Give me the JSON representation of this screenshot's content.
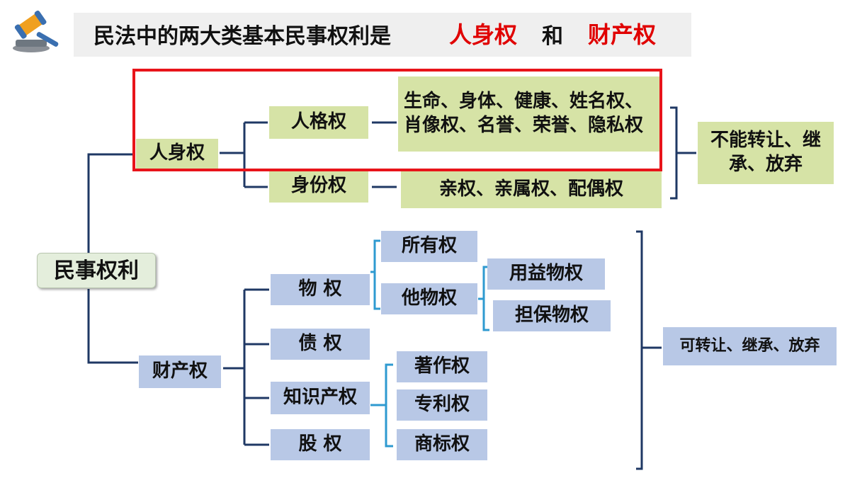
{
  "title": {
    "main": "民法中的两大类基本民事权利是",
    "highlight1": "人身权",
    "connector": "和",
    "highlight2": "财产权"
  },
  "icon": "gavel-icon",
  "colors": {
    "title_highlight": "#e00000",
    "personal_branch_fill": "#d6e3a6",
    "property_branch_fill": "#b8c8e6",
    "highlight_frame": "#e8141a",
    "personal_lines": "#1f3864",
    "property_lines": "#2e9ad0"
  },
  "root": "民事权利",
  "personal_rights": {
    "label": "人身权",
    "personality": {
      "label": "人格权",
      "detail": "生命、身体、健康、姓名权、肖像权、名誉、荣誉、隐私权"
    },
    "status": {
      "label": "身份权",
      "detail": "亲权、亲属权、配偶权"
    },
    "note": "不能转让、继承、放弃"
  },
  "property_rights": {
    "label": "财产权",
    "real_rights": {
      "label": "物 权",
      "ownership": "所有权",
      "other": {
        "label": "他物权",
        "usufruct": "用益物权",
        "security": "担保物权"
      }
    },
    "creditor": "债 权",
    "ip": {
      "label": "知识产权",
      "copyright": "著作权",
      "patent": "专利权",
      "trademark": "商标权"
    },
    "equity": "股 权",
    "note": "可转让、继承、放弃"
  }
}
